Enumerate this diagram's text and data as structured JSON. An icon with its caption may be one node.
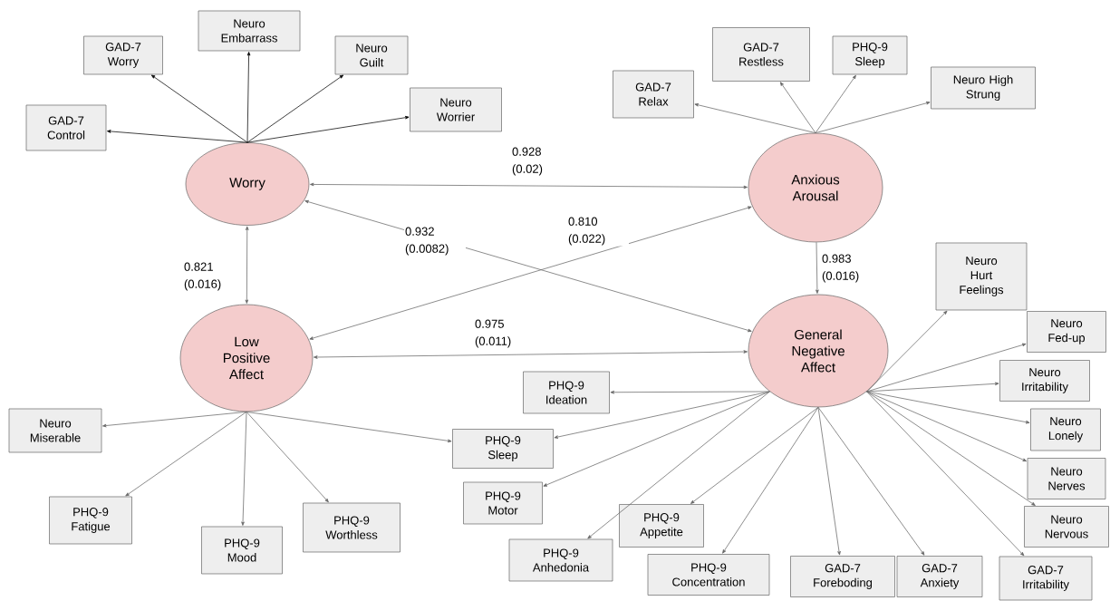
{
  "diagram": {
    "nodes": [
      {
        "text": [
          "Neuro Embarrass"
        ]
      },
      {
        "text": [
          "GAD-7 Worry"
        ]
      },
      {
        "text": [
          "Neuro Guilt"
        ]
      },
      {
        "text": [
          "GAD-7 Restless"
        ]
      },
      {
        "text": [
          "PHQ-9 Sleep"
        ]
      },
      {
        "text": [
          "GAD-7 Relax"
        ]
      },
      {
        "text": [
          "Neuro High Strung"
        ]
      },
      {
        "text": [
          "Neuro Worrier"
        ]
      },
      {
        "text": [
          "GAD-7 Control"
        ]
      },
      {
        "text": [
          "Worry"
        ]
      },
      {
        "text": [
          "Anxious Arousal"
        ]
      },
      {
        "text": [
          "Neuro Hurt Feelings"
        ]
      },
      {
        "text": [
          "Low Positive Affect"
        ]
      },
      {
        "text": [
          "General Negative Affect"
        ]
      },
      {
        "text": [
          "Neuro Fed-up"
        ]
      },
      {
        "text": [
          "PHQ-9 Ideation"
        ]
      },
      {
        "text": [
          "Neuro Irritability"
        ]
      },
      {
        "text": [
          "Neuro Miserable"
        ]
      },
      {
        "text": [
          "Neuro Lonely"
        ]
      },
      {
        "text": [
          "PHQ-9 Sleep"
        ]
      },
      {
        "text": [
          "Neuro Nerves"
        ]
      },
      {
        "text": [
          "PHQ-9 Motor"
        ]
      },
      {
        "text": [
          "PHQ-9 Fatigue"
        ]
      },
      {
        "text": [
          "PHQ-9 Worthless"
        ]
      },
      {
        "text": [
          "PHQ-9 Appetite"
        ]
      },
      {
        "text": [
          "Neuro Nervous"
        ]
      },
      {
        "text": [
          "PHQ-9 Mood"
        ]
      },
      {
        "text": [
          "PHQ-9 Anhedonia"
        ]
      },
      {
        "text": [
          "PHQ-9 Concentration"
        ]
      },
      {
        "text": [
          "GAD-7 Foreboding"
        ]
      },
      {
        "text": [
          "GAD-7 Anxiety"
        ]
      },
      {
        "text": [
          "GAD-7 Irritability"
        ]
      }
    ],
    "edges": [
      {
        "from": 9,
        "to": 8,
        "arrow": "to",
        "color": "#000000"
      },
      {
        "from": 9,
        "to": 1,
        "arrow": "to",
        "color": "#000000"
      },
      {
        "from": 9,
        "to": 0,
        "arrow": "to",
        "color": "#000000"
      },
      {
        "from": 9,
        "to": 2,
        "arrow": "to",
        "color": "#000000"
      },
      {
        "from": 9,
        "to": 7,
        "arrow": "to",
        "color": "#000000"
      },
      {
        "from": 10,
        "to": 5,
        "arrow": "to"
      },
      {
        "from": 10,
        "to": 3,
        "arrow": "to"
      },
      {
        "from": 10,
        "to": 4,
        "arrow": "to"
      },
      {
        "from": 10,
        "to": 6,
        "arrow": "to"
      },
      {
        "from": 9,
        "to": 10,
        "arrow": "both",
        "label": "0.928 (0.02)"
      },
      {
        "from": 9,
        "to": 12,
        "arrow": "both",
        "label": "0.821 (0.016)"
      },
      {
        "from": 9,
        "to": 13,
        "arrow": "both",
        "label": "0.932 (0.0082)"
      },
      {
        "from": 12,
        "to": 10,
        "arrow": "both",
        "label": "0.810 (0.022)"
      },
      {
        "from": 10,
        "to": 13,
        "arrow": "to",
        "label": "0.983 (0.016)"
      },
      {
        "from": 12,
        "to": 13,
        "arrow": "both",
        "label": "0.975 (0.011)"
      },
      {
        "from": 12,
        "to": 17,
        "arrow": "to"
      },
      {
        "from": 12,
        "to": 22,
        "arrow": "to"
      },
      {
        "from": 12,
        "to": 26,
        "arrow": "to"
      },
      {
        "from": 12,
        "to": 23,
        "arrow": "to"
      },
      {
        "from": 12,
        "to": 19,
        "arrow": "to"
      },
      {
        "from": 13,
        "to": 11,
        "arrow": "to"
      },
      {
        "from": 13,
        "to": 14,
        "arrow": "to"
      },
      {
        "from": 13,
        "to": 16,
        "arrow": "to"
      },
      {
        "from": 13,
        "to": 18,
        "arrow": "to"
      },
      {
        "from": 13,
        "to": 20,
        "arrow": "to"
      },
      {
        "from": 13,
        "to": 25,
        "arrow": "to"
      },
      {
        "from": 13,
        "to": 31,
        "arrow": "to"
      },
      {
        "from": 13,
        "to": 30,
        "arrow": "to"
      },
      {
        "from": 13,
        "to": 29,
        "arrow": "to"
      },
      {
        "from": 13,
        "to": 28,
        "arrow": "to"
      },
      {
        "from": 13,
        "to": 24,
        "arrow": "to"
      },
      {
        "from": 13,
        "to": 27,
        "arrow": "to"
      },
      {
        "from": 13,
        "to": 21,
        "arrow": "to"
      },
      {
        "from": 13,
        "to": 19,
        "arrow": "to"
      },
      {
        "from": 13,
        "to": 15,
        "arrow": "to"
      }
    ]
  }
}
